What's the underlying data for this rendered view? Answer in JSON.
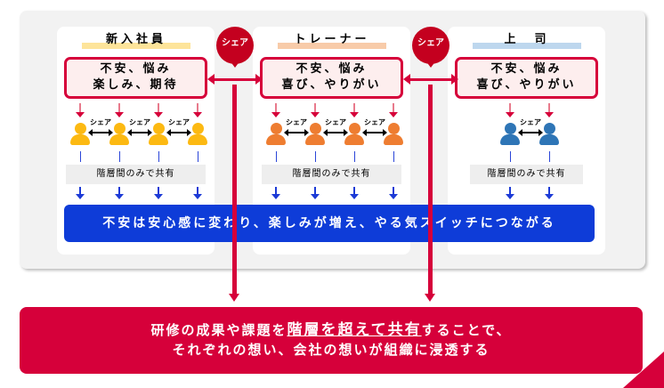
{
  "columns": [
    {
      "title": "新入社員",
      "title_color": "#fde49a",
      "box_lines": [
        "不安、悩み",
        "楽しみ、期待"
      ],
      "person_color": "#fcb912",
      "persons": 4
    },
    {
      "title": "トレーナー",
      "title_color": "#f8cba9",
      "box_lines": [
        "不安、悩み",
        "喜び、やりがい"
      ],
      "person_color": "#ee7d31",
      "persons": 4
    },
    {
      "title": "上　司",
      "title_color": "#bdd7ee",
      "box_lines": [
        "不安、悩み",
        "喜び、やりがい"
      ],
      "person_color": "#2e75b6",
      "persons": 2
    }
  ],
  "share_label": "シェア",
  "gray_label": "階層間のみで共有",
  "pin_label": "シェア",
  "banner": "不安は安心感に変わり、楽しみが増え、やる気スイッチにつながる",
  "bottom": {
    "line1_pre": "研修の成果や課題を",
    "line1_emph": "階層を超えて共有",
    "line1_post": "することで、",
    "line2": "それぞれの想い、会社の想いが組織に浸透する"
  }
}
